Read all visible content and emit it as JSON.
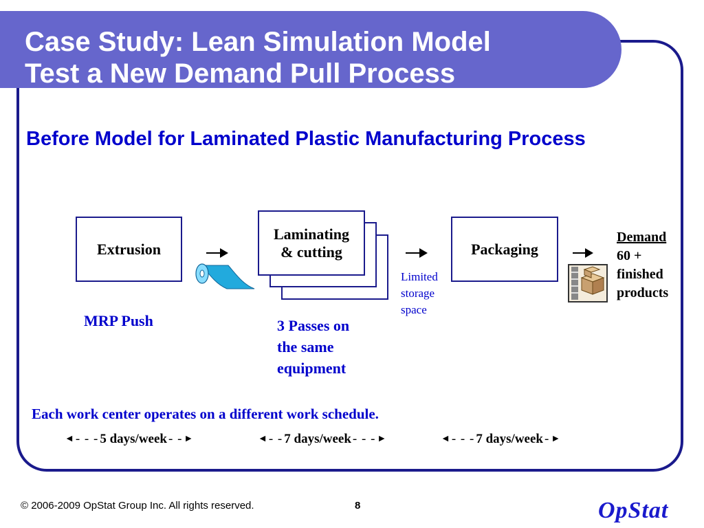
{
  "slide": {
    "title_line1": "Case Study: Lean Simulation Model",
    "title_line2": "Test a New Demand Pull Process",
    "subtitle": "Before Model for Laminated Plastic Manufacturing Process"
  },
  "process": {
    "extrusion": "Extrusion",
    "laminating_line1": "Laminating",
    "laminating_line2": "& cutting",
    "packaging": "Packaging",
    "mrp_push": "MRP Push",
    "passes_line1": "3 Passes on",
    "passes_line2": "the same",
    "passes_line3": "equipment",
    "storage_line1": "Limited",
    "storage_line2": "storage",
    "storage_line3": "space",
    "demand_title": "Demand",
    "demand_line1": "60 +",
    "demand_line2": "finished",
    "demand_line3": "products"
  },
  "schedule": {
    "note": "Each work center operates on a different work schedule.",
    "items": [
      "5 days/week",
      "7 days/week",
      "7 days/week"
    ]
  },
  "footer": {
    "copyright": "© 2006-2009 OpStat Group Inc.  All rights reserved.",
    "page_number": "8",
    "logo": "OpStat"
  },
  "icons": {
    "plastic_roll": "plastic-roll-icon",
    "boxes": "boxes-icon"
  },
  "colors": {
    "title_bar": "#6666cc",
    "frame": "#1a1a8c",
    "accent_text": "#0000cc"
  }
}
